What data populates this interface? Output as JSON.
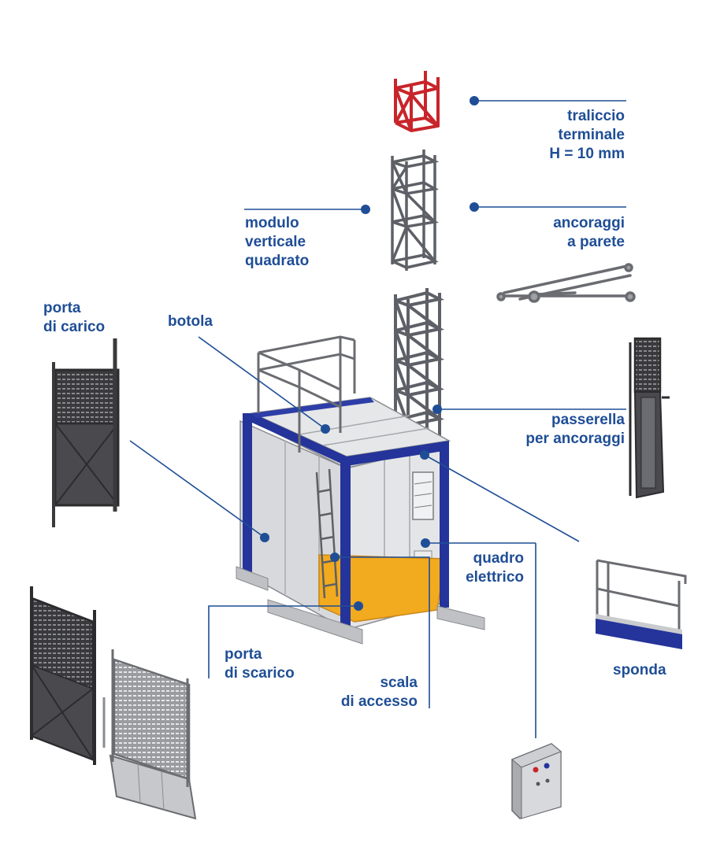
{
  "colors": {
    "label": "#1f4e96",
    "leader": "#1f4e96",
    "frame_blue": "#24349a",
    "steel": "#6c6e73",
    "panel": "#d4d6d9",
    "floor": "#f2aa1e",
    "top_module": "#c8252a"
  },
  "labels": {
    "traliccio_terminale": {
      "lines": [
        "traliccio",
        "terminale",
        "H = 10 mm"
      ]
    },
    "ancoraggi_parete": {
      "lines": [
        "ancoraggi",
        "a parete"
      ]
    },
    "modulo_verticale": {
      "lines": [
        "modulo",
        "verticale",
        "quadrato"
      ]
    },
    "porta_carico": {
      "lines": [
        "porta",
        "di carico"
      ]
    },
    "botola": {
      "lines": [
        "botola"
      ]
    },
    "passerella": {
      "lines": [
        "passerella",
        "per ancoraggi"
      ]
    },
    "quadro_elettrico": {
      "lines": [
        "quadro",
        "elettrico"
      ]
    },
    "porta_scarico": {
      "lines": [
        "porta",
        "di scarico"
      ]
    },
    "scala_accesso": {
      "lines": [
        "scala",
        "di accesso"
      ]
    },
    "sponda": {
      "lines": [
        "sponda"
      ]
    }
  }
}
